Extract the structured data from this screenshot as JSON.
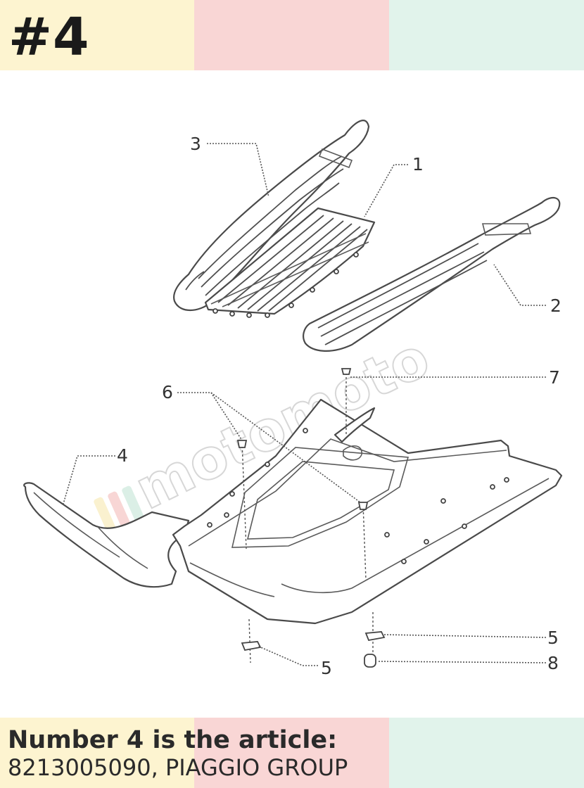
{
  "header": {
    "title": "#4",
    "band_colors": [
      "#fdf4d0",
      "#f9d6d5",
      "#e1f3eb"
    ]
  },
  "footer": {
    "heading": "Number 4 is the article:",
    "detail": "8213005090, PIAGGIO GROUP",
    "band_colors": [
      "#fdf4d0",
      "#f9d6d5",
      "#e1f3eb"
    ]
  },
  "diagram": {
    "callouts": [
      "1",
      "2",
      "3",
      "4",
      "5",
      "5",
      "6",
      "7",
      "8"
    ],
    "watermark": "motomoto"
  }
}
